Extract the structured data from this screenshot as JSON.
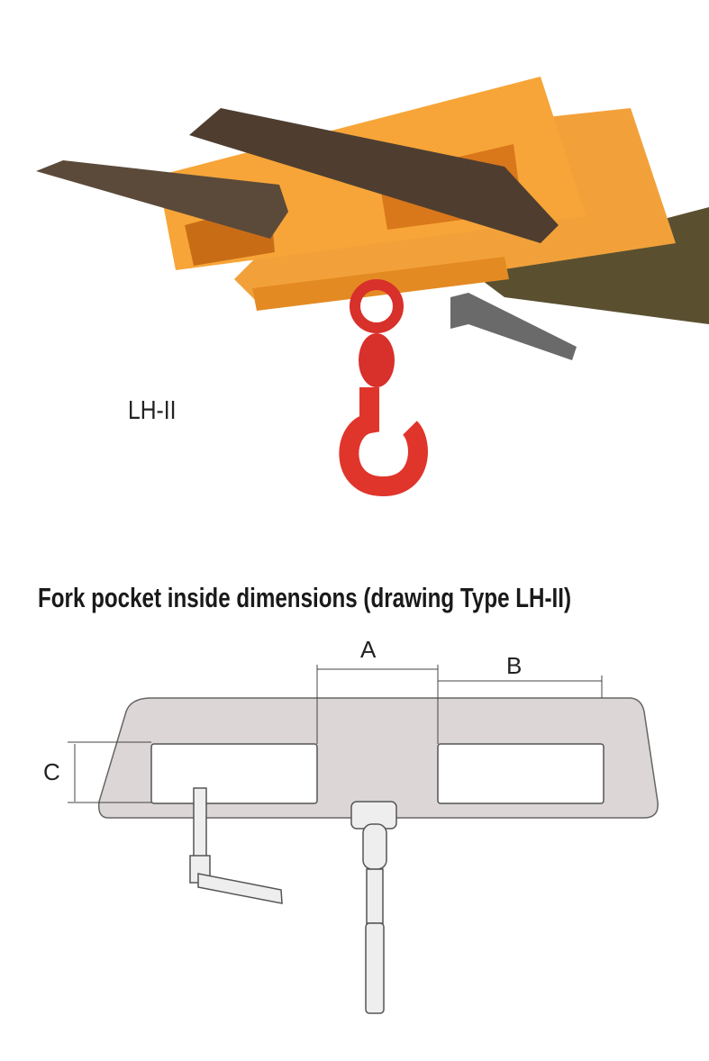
{
  "product": {
    "model_label": "LH-II"
  },
  "section": {
    "title": "Fork pocket inside dimensions (drawing Type LH-II)"
  },
  "drawing": {
    "dimension_labels": {
      "a": "A",
      "b": "B",
      "c": "C"
    }
  },
  "colors": {
    "attachment": "#f39a2c",
    "hook": "#e0352b",
    "plate_drawing": "#dcd6d6"
  }
}
